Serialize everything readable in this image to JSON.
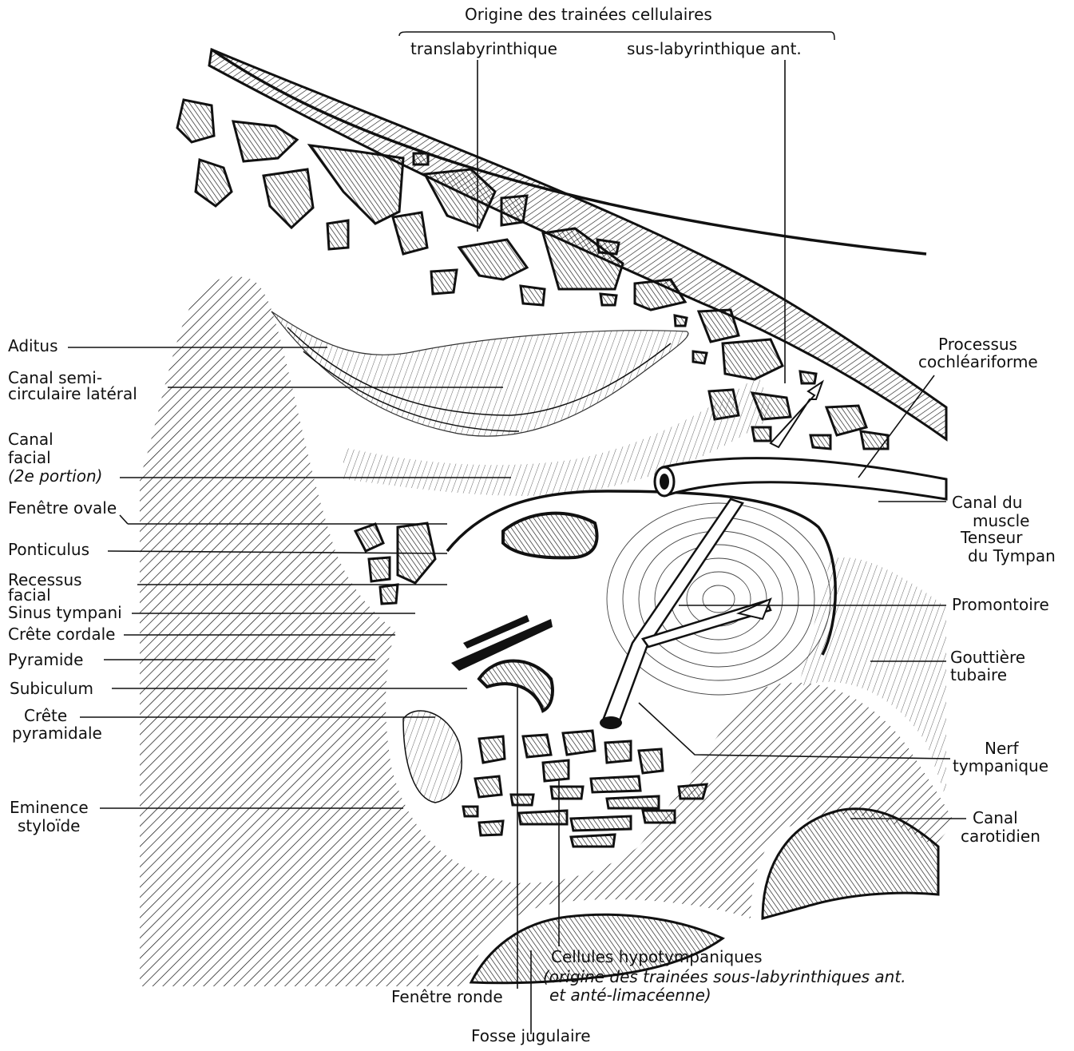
{
  "labels": {
    "origine_title": "Origine des trainées cellulaires",
    "translabyrinthique": "translabyrinthique",
    "sus_labyrinthique": "sus-labyrinthique ant.",
    "aditus": "Aditus",
    "canal_semi_1": "Canal semi-",
    "canal_semi_2": "circulaire latéral",
    "canal_facial_1": "Canal",
    "canal_facial_2": "facial",
    "canal_facial_3": "(2e portion)",
    "fenetre_ovale": "Fenêtre ovale",
    "ponticulus": "Ponticulus",
    "recessus_1": "Recessus",
    "recessus_2": "facial",
    "sinus_tympani": "Sinus tympani",
    "crete_cordale": "Crête cordale",
    "pyramide": "Pyramide",
    "subiculum": "Subiculum",
    "crete_pyr_1": "Crête",
    "crete_pyr_2": "pyramidale",
    "eminence_1": "Eminence",
    "eminence_2": "styloïde",
    "processus_1": "Processus",
    "processus_2": "cochléariforme",
    "canal_muscle_1": "Canal du",
    "canal_muscle_2": "muscle",
    "canal_muscle_3": "Tenseur",
    "canal_muscle_4": "du Tympan",
    "promontoire": "Promontoire",
    "gouttiere_1": "Gouttière",
    "gouttiere_2": "tubaire",
    "nerf_1": "Nerf",
    "nerf_2": "tympanique",
    "carotidien_1": "Canal",
    "carotidien_2": "carotidien",
    "cellules_hypo": "Cellules hypotympaniques",
    "cellules_note_1": "(origine des trainées sous-labyrinthiques ant.",
    "cellules_note_2": "et anté-limacéenne)",
    "fenetre_ronde": "Fenêtre ronde",
    "fosse_jugulaire": "Fosse jugulaire"
  }
}
